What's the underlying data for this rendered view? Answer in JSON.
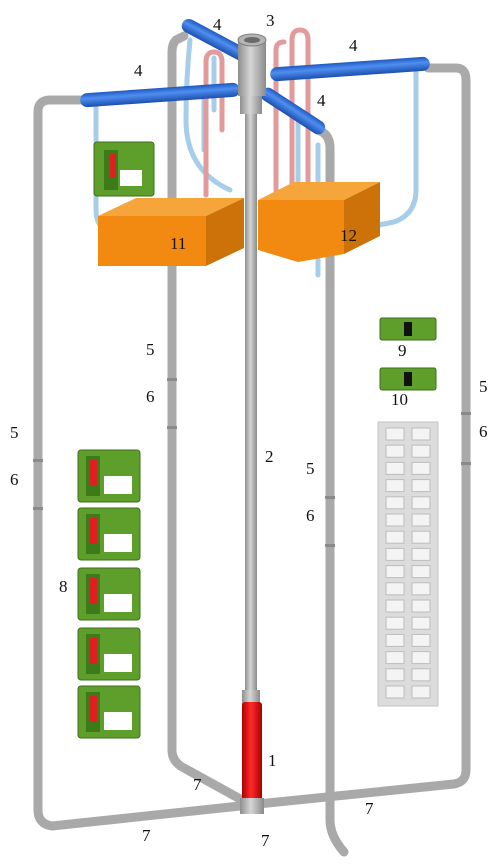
{
  "labels": {
    "n1": "1",
    "n2": "2",
    "n3": "3",
    "n4a": "4",
    "n4b": "4",
    "n4c": "4",
    "n4d": "4",
    "n5a": "5",
    "n5b": "5",
    "n5c": "5",
    "n5d": "5",
    "n6a": "6",
    "n6b": "6",
    "n6c": "6",
    "n6d": "6",
    "n7a": "7",
    "n7b": "7",
    "n7c": "7",
    "n7d": "7",
    "n8": "8",
    "n9": "9",
    "n10": "10",
    "n11": "11",
    "n12": "12"
  },
  "colors": {
    "pipe_gray": "#a8a8a8",
    "pipe_blue": "#2f6fd8",
    "pipe_light_blue": "#9cc6e8",
    "pipe_pink": "#e08a8a",
    "tank_orange": "#f08c10",
    "panel_green": "#5a9a2a",
    "heater_red": "#e01010",
    "grid_panel": "#dcdcdc"
  }
}
